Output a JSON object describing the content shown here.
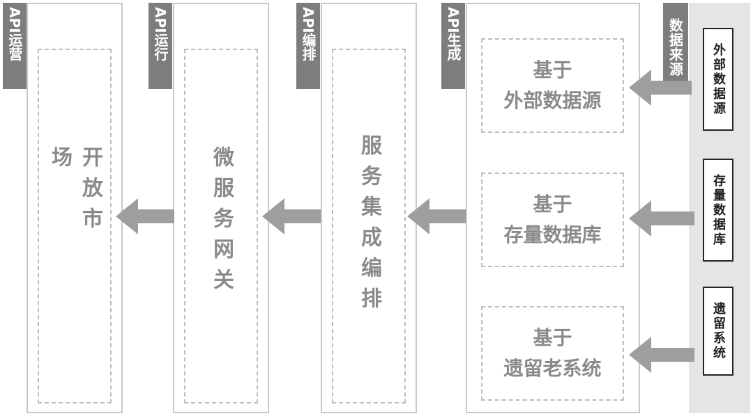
{
  "stages": {
    "market": {
      "tag": "API运营",
      "label": "开放市场"
    },
    "gateway": {
      "tag": "API运行",
      "label": "微服务网关"
    },
    "orchestration": {
      "tag": "API编排",
      "label": "服务集成编排"
    },
    "generation": {
      "tag": "API生成",
      "items": [
        {
          "line1": "基于",
          "line2": "外部数据源"
        },
        {
          "line1": "基于",
          "line2": "存量数据库"
        },
        {
          "line1": "基于",
          "line2": "遗留老系统"
        }
      ]
    }
  },
  "sources": {
    "tag": "数据来源",
    "items": [
      "外部数据源",
      "存量数据库",
      "遗留系统"
    ]
  },
  "colors": {
    "box_border": "#c8c8c8",
    "dashed_border": "#bdbdbd",
    "text_gray": "#8a8a8a",
    "tag_fill": "#7d7d7d",
    "arrow_fill": "#9e9e9e",
    "source_panel": "#e5e5e5",
    "source_box_border": "#222222"
  }
}
